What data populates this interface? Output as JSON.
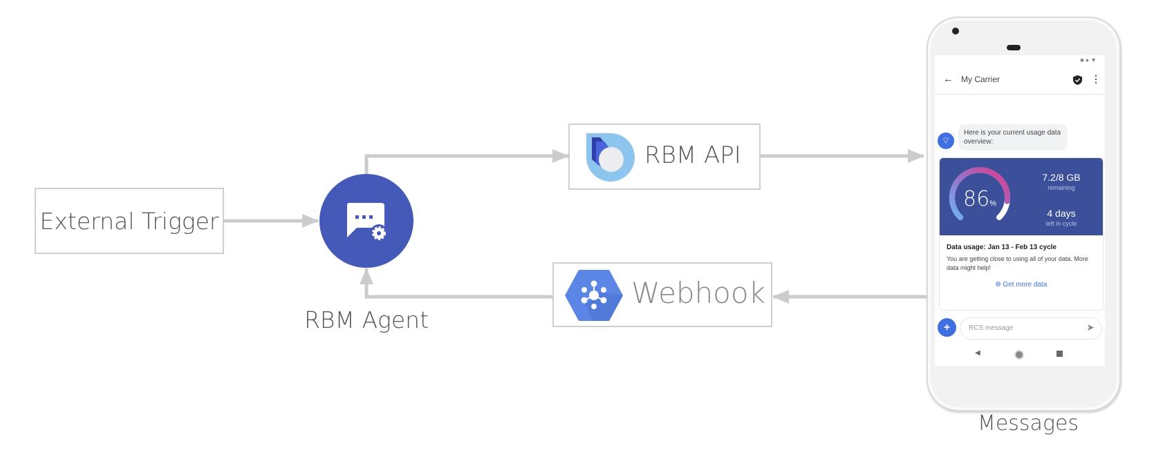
{
  "nodes": {
    "external_trigger": "External Trigger",
    "rbm_agent": "RBM Agent",
    "rbm_api": "RBM API",
    "webhook": "Webhook",
    "messages": "Messages"
  },
  "icons": {
    "agent": "chat-bubble-gear-icon",
    "rbm_api": "rbm-api-logo-icon",
    "webhook": "webhook-hexagon-icon"
  },
  "colors": {
    "agent_circle": "#4559b8",
    "connector": "#cccccc",
    "webhook_hex": "#5b86e5",
    "card_blue": "#3b4f9a",
    "accent_blue": "#3f6fe0"
  },
  "phone": {
    "header_title": "My Carrier",
    "bubble_text": "Here is your current usage data overview:",
    "card": {
      "percent": "86",
      "percent_sign": "%",
      "percent_value": 86,
      "data_remaining": "7.2/8 GB",
      "data_remaining_label": "remaining",
      "days_left": "4 days",
      "days_left_label": "left in cycle",
      "title": "Data usage: Jan 13 - Feb 13 cycle",
      "body": "You are getting close to using all of your data. More data might help!",
      "action": "Get more data"
    },
    "input_placeholder": "RCS message"
  }
}
